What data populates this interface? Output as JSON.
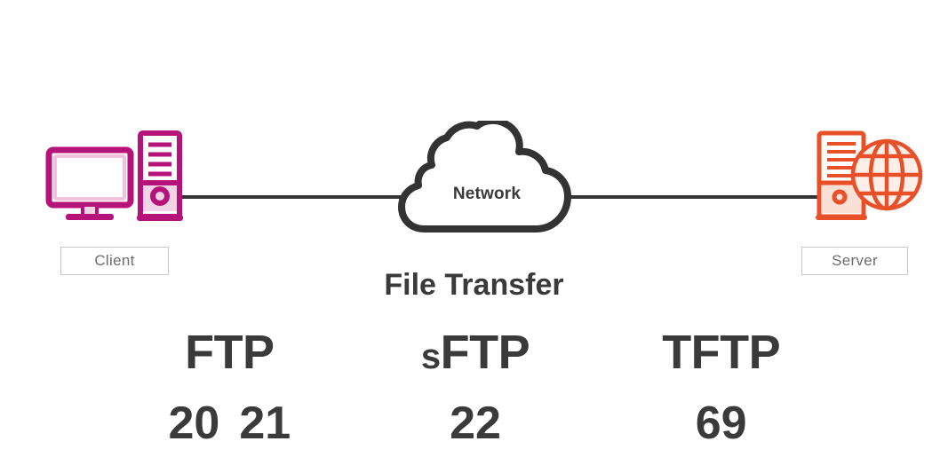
{
  "diagram": {
    "title": "File Transfer",
    "network_label": "Network",
    "endpoints": {
      "client": {
        "label": "Client",
        "icon": "desktop-computer-and-tower-icon",
        "color": "#b5127a",
        "accent": "#f3d3e6"
      },
      "server": {
        "label": "Server",
        "icon": "server-tower-and-globe-icon",
        "color": "#e8502a",
        "accent": "#fbe0d6"
      }
    },
    "cloud": {
      "icon": "cloud-icon",
      "stroke": "#333333",
      "fill": "#ffffff"
    },
    "links": [
      {
        "name": "client-to-network",
        "color": "#333333"
      },
      {
        "name": "network-to-server",
        "color": "#333333"
      }
    ],
    "protocols": [
      {
        "prefix": "",
        "name": "FTP",
        "ports": [
          "20",
          "21"
        ]
      },
      {
        "prefix": "s",
        "name": "FTP",
        "ports": [
          "22"
        ]
      },
      {
        "prefix": "",
        "name": "TFTP",
        "ports": [
          "69"
        ]
      }
    ]
  }
}
